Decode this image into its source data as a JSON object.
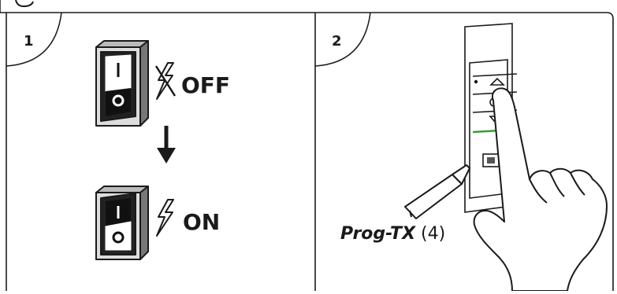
{
  "panels": [
    {
      "number": "1",
      "states": [
        {
          "label": "OFF"
        },
        {
          "label": "ON"
        }
      ]
    },
    {
      "number": "2",
      "caption_bold": "Prog-TX",
      "caption_suffix": " (4)"
    }
  ],
  "icons": {
    "switch": "rocker-switch-icon",
    "power_off": "lightning-crossed-icon",
    "power_on": "lightning-icon",
    "arrow": "arrow-down-icon",
    "remote": "wall-remote-icon",
    "pen": "pen-tool-icon",
    "hand": "pointing-hand-icon"
  },
  "colors": {
    "line": "#1a1a1a",
    "remote_green_stripe": "#3a9a3a"
  }
}
